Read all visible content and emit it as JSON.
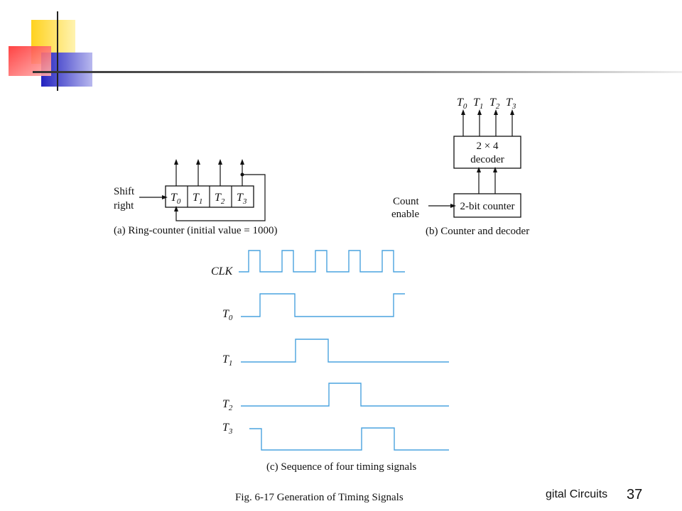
{
  "colors": {
    "accent_yellow": "#ffd21f",
    "accent_red": "#ff3a3a",
    "accent_blue": "#2f2fc8",
    "timing_blue": "#4aa3df",
    "ink": "#111111"
  },
  "ring_counter": {
    "input_label_line1": "Shift",
    "input_label_line2": "right",
    "cells": [
      "T",
      "T",
      "T",
      "T"
    ],
    "cell_subscripts": [
      "0",
      "1",
      "2",
      "3"
    ],
    "caption": "(a) Ring-counter (initial value = 1000)"
  },
  "counter_decoder": {
    "outputs": [
      "T",
      "T",
      "T",
      "T"
    ],
    "output_subscripts": [
      "0",
      "1",
      "2",
      "3"
    ],
    "decoder_line1": "2 × 4",
    "decoder_line2": "decoder",
    "counter_label": "2-bit counter",
    "count_label_line1": "Count",
    "count_label_line2": "enable",
    "caption": "(b) Counter and decoder"
  },
  "timing": {
    "signals": [
      {
        "name": "CLK",
        "sub": ""
      },
      {
        "name": "T",
        "sub": "0"
      },
      {
        "name": "T",
        "sub": "1"
      },
      {
        "name": "T",
        "sub": "2"
      },
      {
        "name": "T",
        "sub": "3"
      }
    ],
    "caption": "(c) Sequence of four timing signals"
  },
  "figure_caption": "Fig. 6-17  Generation of Timing Signals",
  "footer": {
    "text": "gital Circuits",
    "page_number": "37"
  }
}
